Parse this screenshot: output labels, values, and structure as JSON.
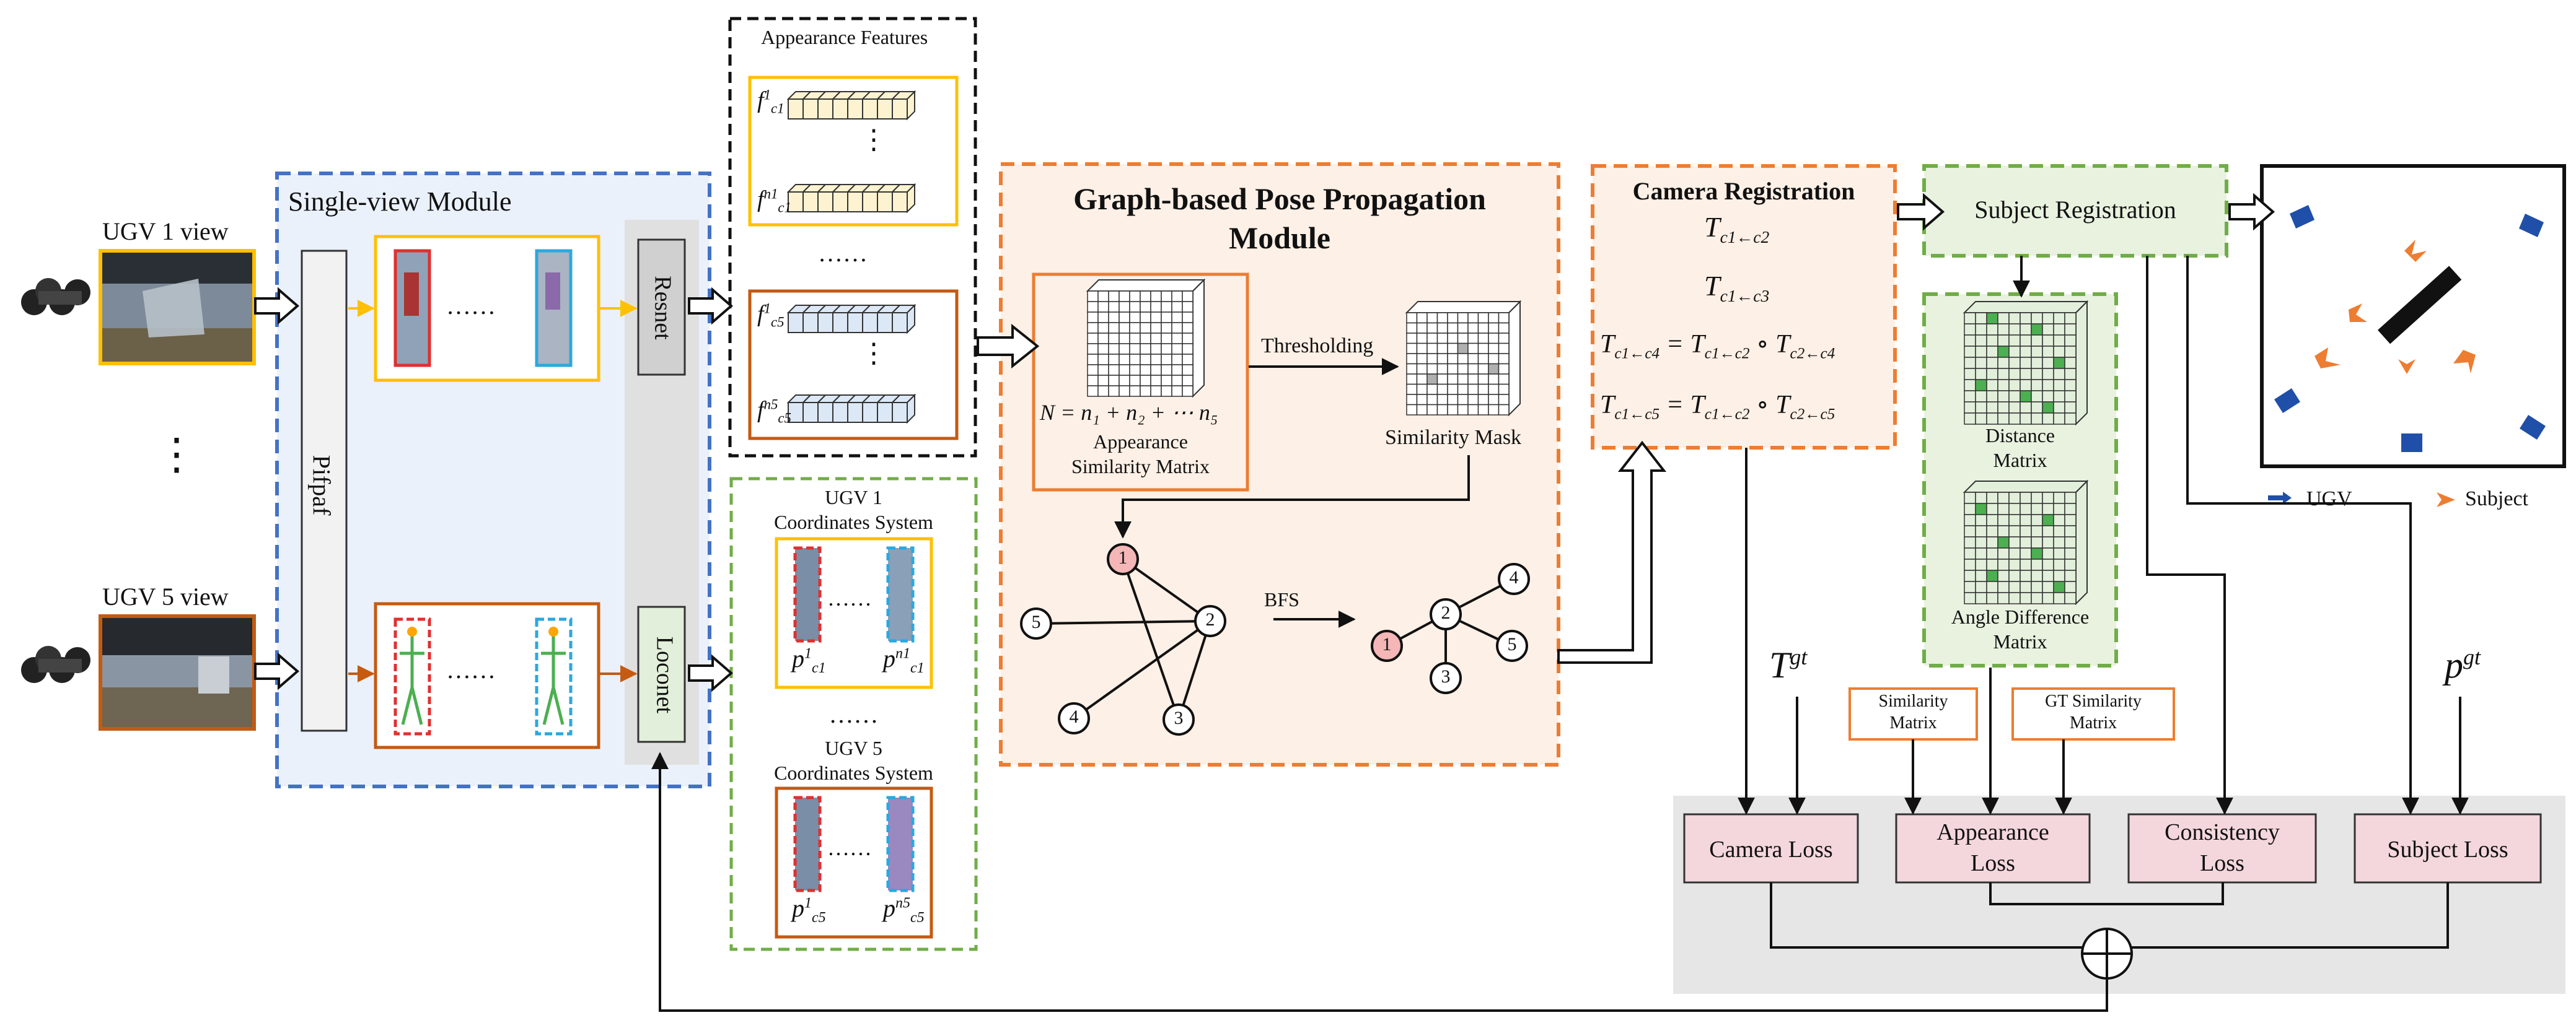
{
  "colors": {
    "blue_dash": "#4472c4",
    "orange": "#ed7d31",
    "green_dash": "#70ad47",
    "yellow": "#ffc000",
    "brown": "#c55a11",
    "pink": "#f4d7dc",
    "light_orange": "#fdf0e6",
    "light_green": "#e8f2df",
    "light_blue": "#eaf1fb",
    "grey_panel": "#e6e6e6",
    "node_pink": "#f4b6b6",
    "feature_yellow": "#fdf3d0",
    "feature_blue": "#dce8f6",
    "grid_green": "#e2efda",
    "cell_green": "#4caf50",
    "ugv_blue": "#1f4fa8"
  },
  "inputs": {
    "ugv1_label": "UGV 1 view",
    "ugv5_label": "UGV 5 view",
    "ellipsis": "⋮"
  },
  "single_view": {
    "title": "Single-view Module",
    "pifpaf": "Pifpaf",
    "resnet": "Resnet",
    "loconet": "Loconet",
    "dots": "……"
  },
  "appearance": {
    "title": "Appearance Features",
    "f_top1": "f",
    "f_top1_sub": "c1",
    "f_top1_sup": "1",
    "f_top2": "f",
    "f_top2_sub": "c1",
    "f_top2_sup": "n1",
    "f_bot1": "f",
    "f_bot1_sub": "c5",
    "f_bot1_sup": "1",
    "f_bot2": "f",
    "f_bot2_sub": "c5",
    "f_bot2_sup": "n5",
    "dots": "……",
    "vdots": "⋮"
  },
  "coords": {
    "ugv1_title": "UGV 1",
    "ugv1_sub": "Coordinates System",
    "ugv5_title": "UGV 5",
    "ugv5_sub": "Coordinates System",
    "dots": "……",
    "p": "p",
    "p1_sub": "c1",
    "p1_sup": "1",
    "pn1_sub": "c1",
    "pn1_sup": "n1",
    "p5_sub": "c5",
    "p5_sup": "1",
    "pn5_sub": "c5",
    "pn5_sup": "n5"
  },
  "graph_module": {
    "title_line1": "Graph-based Pose Propagation",
    "title_line2": "Module",
    "equation": "N = n₁ + n₂ + ⋯ n₅",
    "sim_matrix_line1": "Appearance",
    "sim_matrix_line2": "Similarity Matrix",
    "thresholding": "Thresholding",
    "sim_mask": "Similarity Mask",
    "bfs": "BFS",
    "nodes_left": [
      "1",
      "2",
      "3",
      "4",
      "5"
    ],
    "nodes_right": [
      "1",
      "2",
      "3",
      "4",
      "5"
    ]
  },
  "camera_reg": {
    "title": "Camera Registration",
    "eq1": "T",
    "eq1_sub": "c1←c2",
    "eq2_sub": "c1←c3",
    "eq3_lhs_sub": "c1←c4",
    "eq3_r1_sub": "c1←c2",
    "eq3_r2_sub": "c2←c4",
    "eq4_lhs_sub": "c1←c5",
    "eq4_r1_sub": "c1←c2",
    "eq4_r2_sub": "c2←c5",
    "eq_sign": "=",
    "compose": "∘"
  },
  "subject_reg": {
    "title": "Subject Registration",
    "distance_line1": "Distance",
    "distance_line2": "Matrix",
    "angle_line1": "Angle Difference",
    "angle_line2": "Matrix"
  },
  "map": {
    "legend_ugv": "UGV",
    "legend_subject": "Subject"
  },
  "losses": {
    "t_gt": "T",
    "t_gt_sup": "gt",
    "p_gt": "p",
    "p_gt_sup": "gt",
    "similarity_matrix_line1": "Similarity",
    "similarity_matrix_line2": "Matrix",
    "gt_similarity_line1": "GT Similarity",
    "gt_similarity_line2": "Matrix",
    "camera_loss": "Camera Loss",
    "appearance_loss_line1": "Appearance",
    "appearance_loss_line2": "Loss",
    "consistency_loss_line1": "Consistency",
    "consistency_loss_line2": "Loss",
    "subject_loss": "Subject Loss",
    "plus": "+"
  }
}
